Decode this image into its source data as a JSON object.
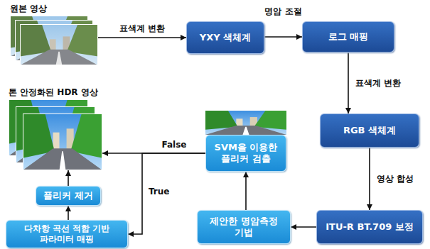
{
  "diagram": {
    "nodes": [
      {
        "text": [
          "원본 영상"
        ]
      },
      {
        "text": [
          "YXY 색체계"
        ]
      },
      {
        "text": [
          "로그 매핑"
        ]
      },
      {
        "text": [
          "RGB 색체계"
        ]
      },
      {
        "text": [
          "ITU-R BT.709 보정"
        ]
      },
      {
        "text": [
          "제안한 명암측정 기법"
        ]
      },
      {
        "text": [
          "SVM을 이용한 플리커 검출"
        ]
      },
      {
        "text": [
          "톤 안정화된 HDR 영상"
        ]
      },
      {
        "text": [
          "플리커 제거"
        ]
      },
      {
        "text": [
          "다차항 곡선 적합 기반 파라미터 매핑"
        ]
      }
    ],
    "edges": [
      {
        "from": 0,
        "to": 1,
        "arrow": "to",
        "label": "표색계 변환"
      },
      {
        "from": 1,
        "to": 2,
        "arrow": "to",
        "label": "명암 조절"
      },
      {
        "from": 2,
        "to": 3,
        "arrow": "to",
        "label": "표색계 변환"
      },
      {
        "from": 3,
        "to": 4,
        "arrow": "to",
        "label": "영상 합성"
      },
      {
        "from": 4,
        "to": 5,
        "arrow": "to"
      },
      {
        "from": 5,
        "to": 6,
        "arrow": "to"
      },
      {
        "from": 6,
        "to": 7,
        "arrow": "to",
        "label": "False"
      },
      {
        "from": 6,
        "to": 9,
        "arrow": "to",
        "label": "True"
      },
      {
        "from": 9,
        "to": 8,
        "arrow": "to"
      },
      {
        "from": 8,
        "to": 7,
        "arrow": "to"
      }
    ]
  }
}
